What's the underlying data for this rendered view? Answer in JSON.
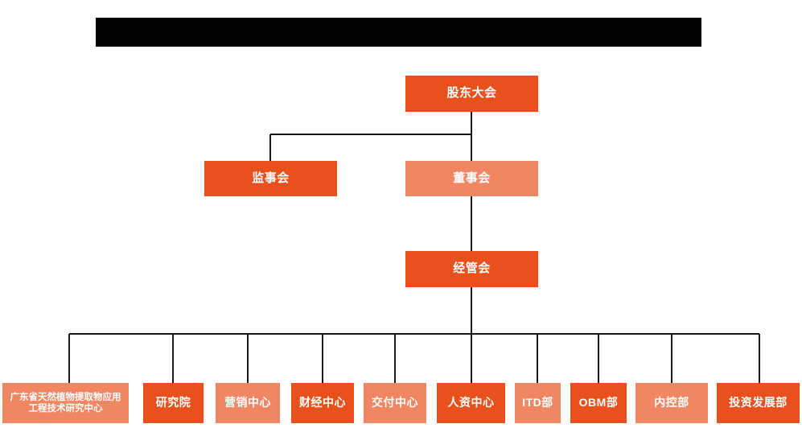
{
  "document": {
    "type": "organization-chart",
    "title_banner": {
      "label": "",
      "redacted": true,
      "color": "#000000"
    },
    "background_color": "#FFFFFF",
    "palette": {
      "dark_orange": "#E8511C",
      "light_salmon": "#F08762",
      "connector_line": "#1A1A1A",
      "node_text": "#FFFFFF"
    }
  },
  "chart_data": {
    "type": "diagram",
    "title": "",
    "levels": [
      {
        "level": 1,
        "nodes": [
          {
            "id": "shareholders",
            "label": "股东大会",
            "tone": "dark"
          }
        ]
      },
      {
        "level": 2,
        "nodes": [
          {
            "id": "supervisors",
            "label": "监事会",
            "tone": "dark"
          },
          {
            "id": "directors",
            "label": "董事会",
            "tone": "light"
          }
        ]
      },
      {
        "level": 3,
        "nodes": [
          {
            "id": "management",
            "label": "经管会",
            "tone": "dark"
          }
        ]
      },
      {
        "level": 4,
        "nodes": [
          {
            "id": "gd-research-center",
            "label": "广东省天然植物提取物应用工程技术研究中心",
            "tone": "light"
          },
          {
            "id": "research-institute",
            "label": "研究院",
            "tone": "dark"
          },
          {
            "id": "marketing-center",
            "label": "营销中心",
            "tone": "light"
          },
          {
            "id": "finance-center",
            "label": "财经中心",
            "tone": "dark"
          },
          {
            "id": "delivery-center",
            "label": "交付中心",
            "tone": "light"
          },
          {
            "id": "hr-center",
            "label": "人资中心",
            "tone": "dark"
          },
          {
            "id": "itd-dept",
            "label": "ITD部",
            "tone": "light"
          },
          {
            "id": "obm-dept",
            "label": "OBM部",
            "tone": "dark"
          },
          {
            "id": "internal-control-dept",
            "label": "内控部",
            "tone": "light"
          },
          {
            "id": "investment-development-dept",
            "label": "投资发展部",
            "tone": "dark"
          }
        ]
      }
    ],
    "edges": [
      {
        "from": "shareholders",
        "to": "supervisors"
      },
      {
        "from": "shareholders",
        "to": "directors"
      },
      {
        "from": "directors",
        "to": "management"
      },
      {
        "from": "management",
        "to": "gd-research-center"
      },
      {
        "from": "management",
        "to": "research-institute"
      },
      {
        "from": "management",
        "to": "marketing-center"
      },
      {
        "from": "management",
        "to": "finance-center"
      },
      {
        "from": "management",
        "to": "delivery-center"
      },
      {
        "from": "management",
        "to": "hr-center"
      },
      {
        "from": "management",
        "to": "itd-dept"
      },
      {
        "from": "management",
        "to": "obm-dept"
      },
      {
        "from": "management",
        "to": "internal-control-dept"
      },
      {
        "from": "management",
        "to": "investment-development-dept"
      }
    ]
  }
}
